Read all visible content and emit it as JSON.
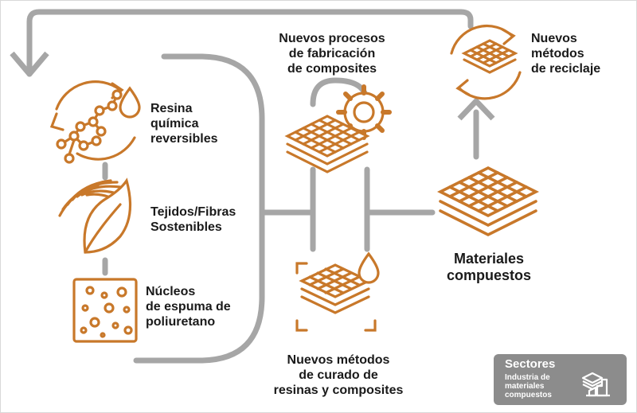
{
  "nodes": {
    "resina": {
      "lines": [
        "Resina",
        "química",
        "reversibles"
      ]
    },
    "tejidos": {
      "lines": [
        "Tejidos/Fibras",
        "Sostenibles"
      ]
    },
    "nucleos": {
      "lines": [
        "Núcleos",
        "de espuma de",
        "poliuretano"
      ]
    },
    "procesos": {
      "lines": [
        "Nuevos procesos",
        "de fabricación",
        "de composites"
      ]
    },
    "curado": {
      "lines": [
        "Nuevos métodos",
        "de curado de",
        "resinas y composites"
      ]
    },
    "reciclaje": {
      "lines": [
        "Nuevos",
        "métodos",
        "de reciclaje"
      ]
    },
    "materiales": {
      "lines": [
        "Materiales",
        "compuestos"
      ]
    }
  },
  "sectores": {
    "title": "Sectores",
    "desc": [
      "Industria de",
      "materiales",
      "compuestos"
    ]
  },
  "colors": {
    "accent": "#c8782a",
    "connector": "#a6a6a6",
    "text": "#1a1a1a",
    "badge": "#8c8c8c"
  },
  "icons": [
    "molecule-cycle-icon",
    "leaf-fibers-icon",
    "foam-core-icon",
    "gear-mesh-icon",
    "droplet-mesh-icon",
    "recycle-mesh-icon",
    "mesh-layers-icon",
    "factory-icon"
  ]
}
